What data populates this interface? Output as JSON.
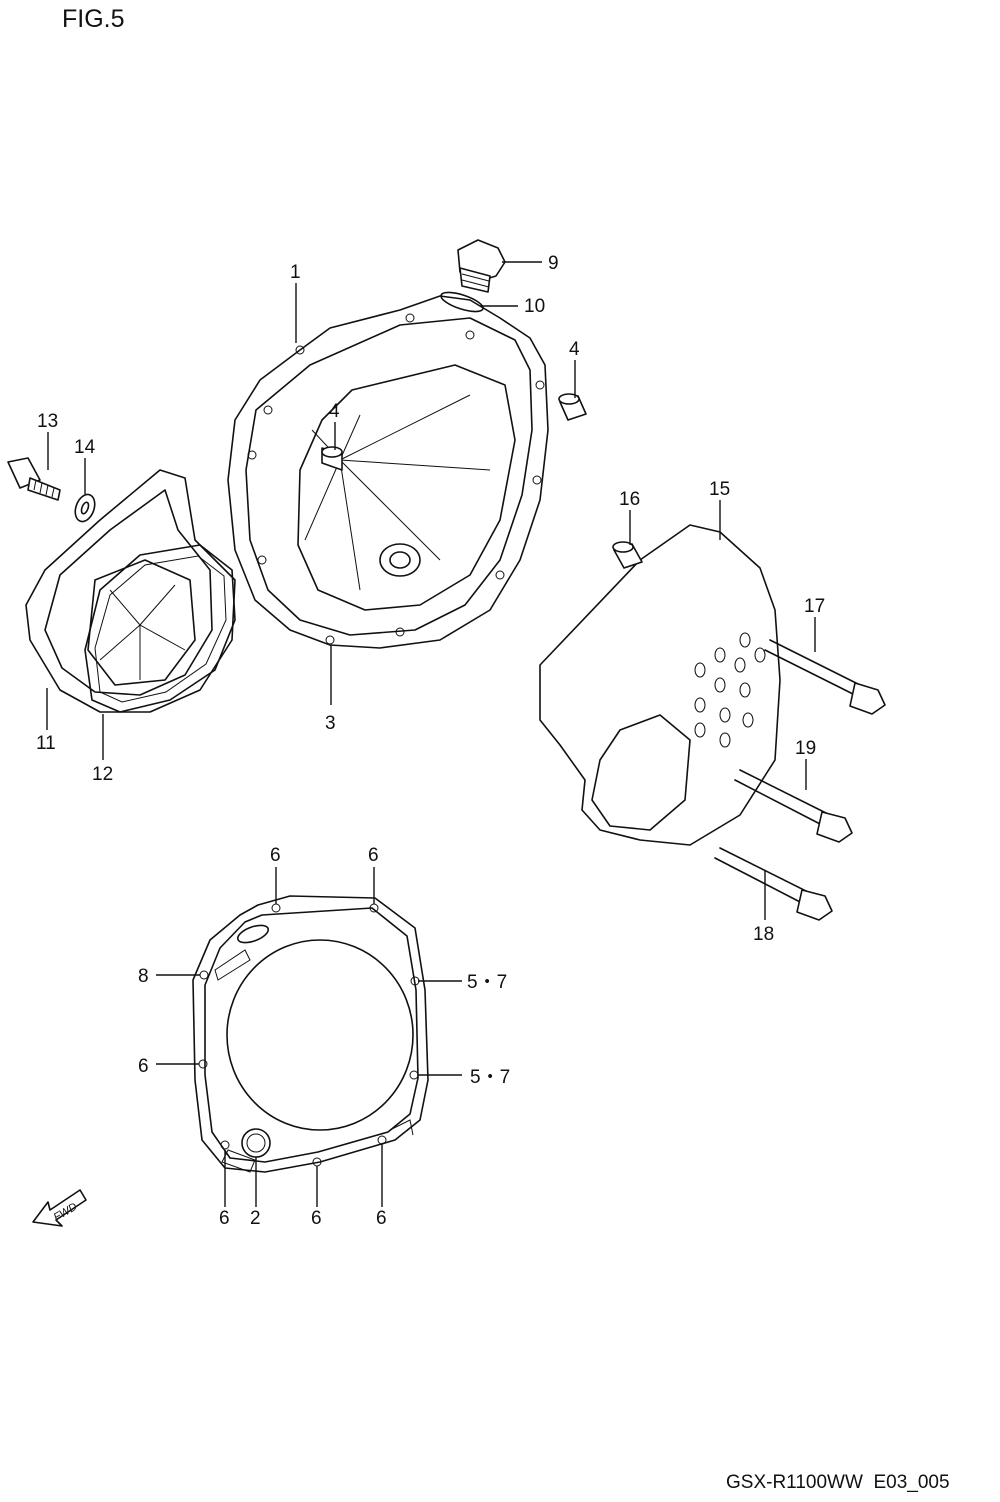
{
  "figure_title": "FIG.5",
  "footer_code": "GSX-R1100WW  E03_005",
  "fwd_arrow_text": "FWD",
  "callouts": {
    "c1": "1",
    "c2": "2",
    "c3": "3",
    "c4a": "4",
    "c4b": "4",
    "c5_7a": "5・7",
    "c5_7b": "5・7",
    "c6a": "6",
    "c6b": "6",
    "c6c": "6",
    "c6d": "6",
    "c6e": "6",
    "c6f": "6",
    "c8": "8",
    "c9": "9",
    "c10": "10",
    "c11": "11",
    "c12": "12",
    "c13": "13",
    "c14": "14",
    "c15": "15",
    "c16": "16",
    "c17": "17",
    "c18": "18",
    "c19": "19"
  }
}
